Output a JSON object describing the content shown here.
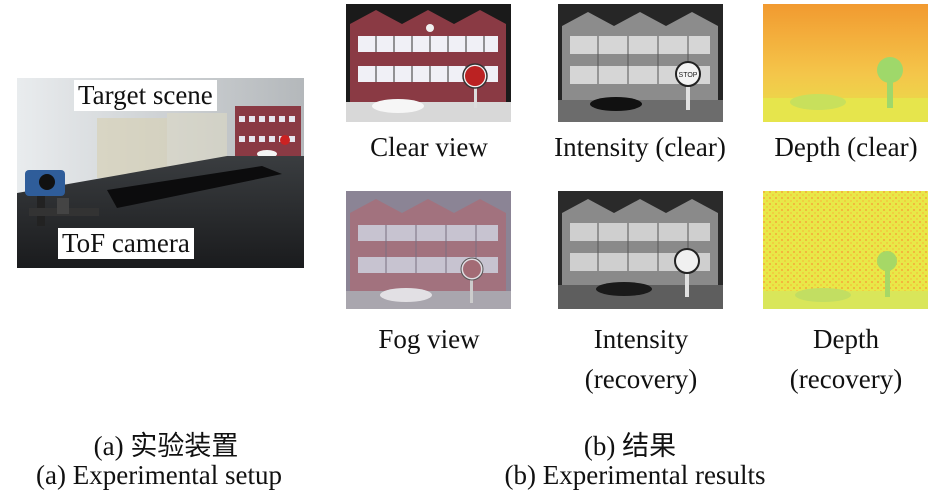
{
  "setup": {
    "target_scene_label": "Target scene",
    "tof_camera_label": "ToF camera",
    "caption_cn": "(a) 实验装置",
    "caption_en": "(a) Experimental setup"
  },
  "results": {
    "clear_view": "Clear view",
    "intensity_clear": "Intensity (clear)",
    "depth_clear": "Depth (clear)",
    "fog_view": "Fog view",
    "intensity_recovery_1": "Intensity",
    "intensity_recovery_2": "(recovery)",
    "depth_recovery_1": "Depth",
    "depth_recovery_2": "(recovery)",
    "caption_cn": "(b) 结果",
    "caption_en": "(b) Experimental results",
    "stop_text": "STOP"
  },
  "colors": {
    "building_red": "#8a3a44",
    "depth_orange": "#f2a33a",
    "depth_yellow": "#e8e84a",
    "depth_green": "#9fd86a"
  }
}
